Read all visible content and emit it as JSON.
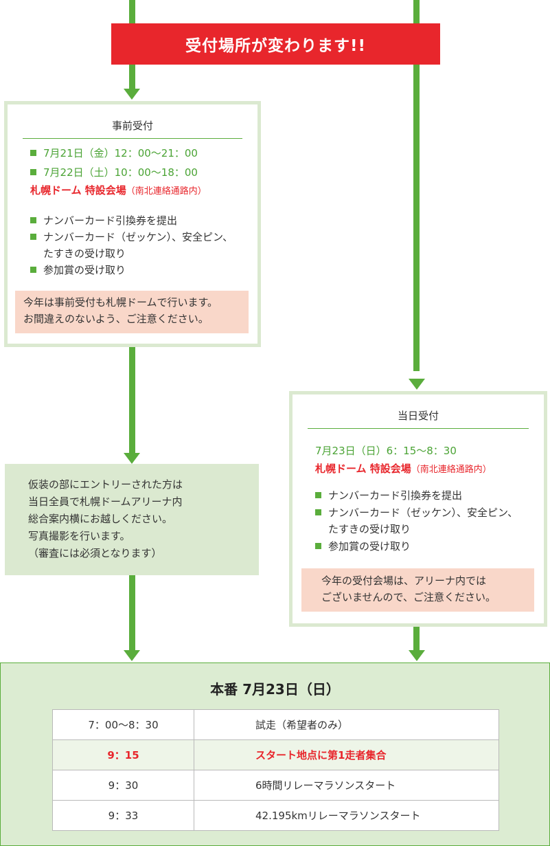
{
  "banner": "受付場所が変わります!!",
  "pre_reception": {
    "title": "事前受付",
    "dates": [
      "7月21日（金）12：00～21：00",
      "7月22日（土）10：00～18：00"
    ],
    "venue": "札幌ドーム 特設会場",
    "venue_detail": "（南北連絡通路内）",
    "items": [
      "ナンバーカード引換券を提出",
      "ナンバーカード（ゼッケン）、安全ピン、",
      "たすきの受け取り",
      "参加賞の受け取り"
    ],
    "note_lines": [
      "今年は事前受付も札幌ドームで行います。",
      "お間違えのないよう、ご注意ください。"
    ]
  },
  "costume_note": {
    "lines": [
      "仮装の部にエントリーされた方は",
      "当日全員で札幌ドームアリーナ内",
      "総合案内横にお越しください。",
      "写真撮影を行います。",
      "（審査には必須となります）"
    ]
  },
  "day_reception": {
    "title": "当日受付",
    "date": "7月23日（日）6：15～8：30",
    "venue": "札幌ドーム 特設会場",
    "venue_detail": "（南北連絡通路内）",
    "items": [
      "ナンバーカード引換券を提出",
      "ナンバーカード（ゼッケン）、安全ピン、",
      "たすきの受け取り",
      "参加賞の受け取り"
    ],
    "note_lines": [
      "今年の受付会場は、アリーナ内では",
      "ございませんので、ご注意ください。"
    ]
  },
  "main_event": {
    "title": "本番 7月23日（日）",
    "schedule": [
      {
        "time": "7：00～8：30",
        "event": "試走（希望者のみ）"
      },
      {
        "time": "9：15",
        "event": "スタート地点に第1走者集合"
      },
      {
        "time": "9：30",
        "event": "6時間リレーマラソンスタート"
      },
      {
        "time": "9：33",
        "event": "42.195kmリレーマラソンスタート"
      }
    ]
  },
  "colors": {
    "accent_green": "#5aad3c",
    "alert_red": "#e8262c",
    "note_bg": "#f9d7c9",
    "panel_green": "#dbe9d0"
  }
}
